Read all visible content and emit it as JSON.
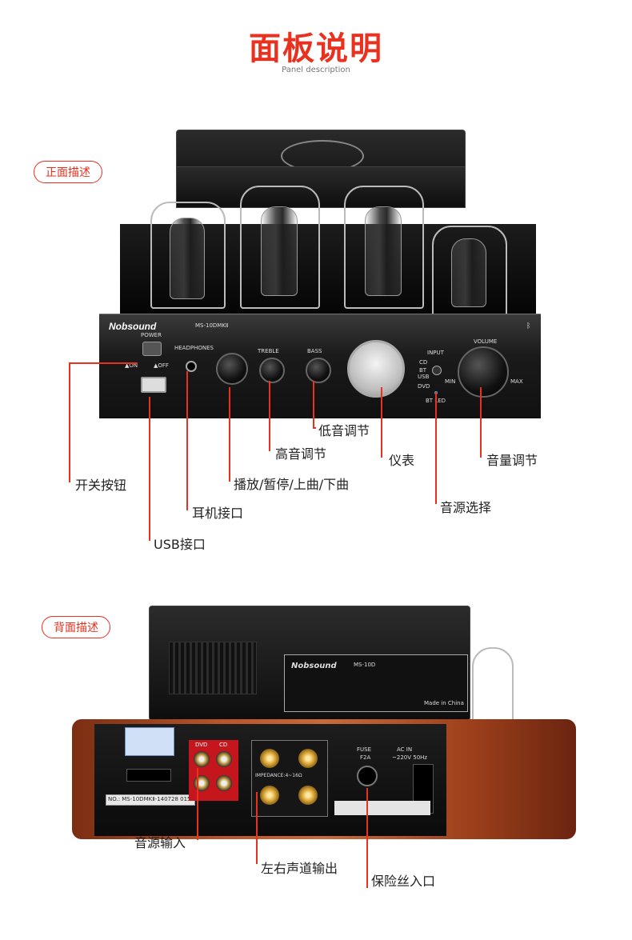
{
  "header": {
    "title": "面板说明",
    "subtitle": "Panel description"
  },
  "sections": {
    "front": "正面描述",
    "back": "背面描述"
  },
  "front_panel": {
    "brand": "Nobsound",
    "model": "MS-10DMKⅡ",
    "power": "POWER",
    "on": "▲ON",
    "off": "▲OFF",
    "headphones": "HEADPHONES",
    "treble": "TREBLE",
    "bass": "BASS",
    "input": "INPUT",
    "cd": "CD",
    "bt": "BT",
    "usb": "USB",
    "dvd": "DVD",
    "bt_led": "BT LED",
    "volume": "VOLUME",
    "min": "MIN",
    "max": "MAX"
  },
  "front_callouts": {
    "bass": "低音调节",
    "treble": "高音调节",
    "meter": "仪表",
    "volume": "音量调节",
    "power": "开关按钮",
    "play": "播放/暂停/上曲/下曲",
    "source": "音源选择",
    "headphone": "耳机接口",
    "usb": "USB接口"
  },
  "back_panel": {
    "dvd": "DVD",
    "cd": "CD",
    "impedance": "IMPEDANCE:4~16Ω",
    "fuse": "FUSE",
    "fuse_rating": "F2A",
    "ac_in": "AC IN",
    "voltage": "~220V 50Hz",
    "serial": "NO.: MS-10DMKⅡ-140728 0151",
    "plate_brand": "Nobsound",
    "plate_model": "MS-10D",
    "plate_made": "Made in China"
  },
  "back_callouts": {
    "input": "音源输入",
    "output": "左右声道输出",
    "fuse": "保险丝入口"
  }
}
